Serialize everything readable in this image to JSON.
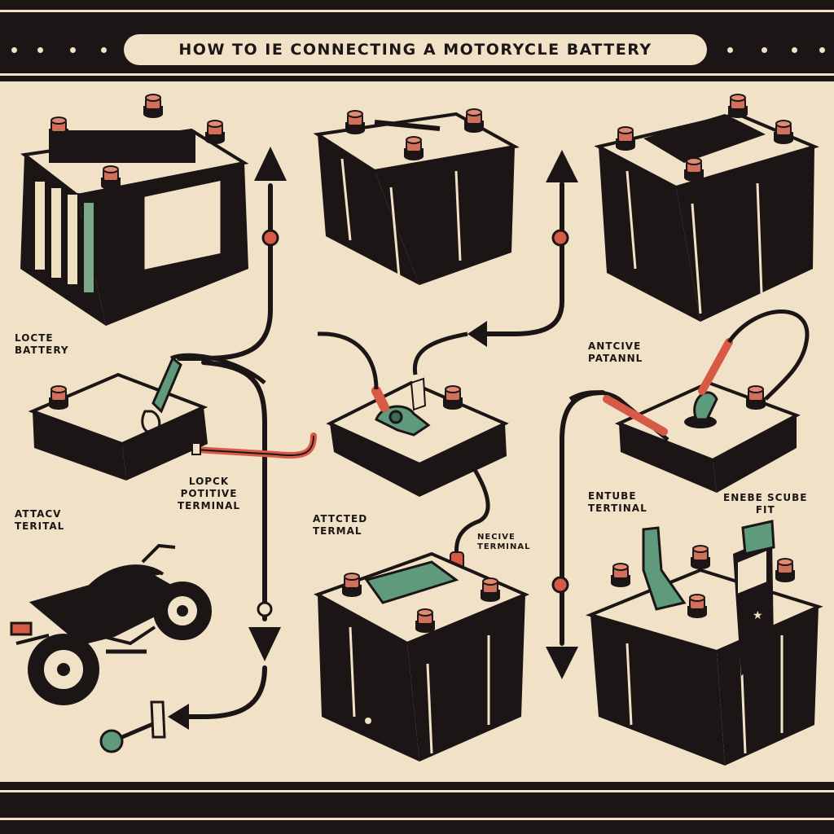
{
  "header": {
    "title": "HOW TO IE CONNECTING A MOTORYCLE BATTERY"
  },
  "labels": {
    "locate_battery": [
      "LOCTE",
      "BATTERY"
    ],
    "attach_terminal": [
      "ATTACV",
      "TERITAL"
    ],
    "lock_positive": [
      "LOPCK",
      "POTITIVE",
      "TERMINAL"
    ],
    "attached_terminal": [
      "ATTCTED",
      "TERMAL"
    ],
    "negative_terminal": [
      "NECIVE",
      "TERMINAL"
    ],
    "antcive_patrnnl": [
      "ANTCIVE",
      "PATANNL"
    ],
    "ensure_terminal": [
      "ENTUBE",
      "TERTINAL"
    ],
    "ensure_secure_fit": [
      "ENEBE SCUBE",
      "FIT"
    ]
  },
  "colors": {
    "background": "#f1e2c7",
    "ink": "#1c1516",
    "terminal_copper": "#d0705b",
    "cable_red": "#d75a47",
    "clamp_green": "#5f9a7c"
  },
  "icons": [
    "motorcycle-icon",
    "battery-icon",
    "flow-arrow-icon",
    "terminal-clamp-icon"
  ]
}
